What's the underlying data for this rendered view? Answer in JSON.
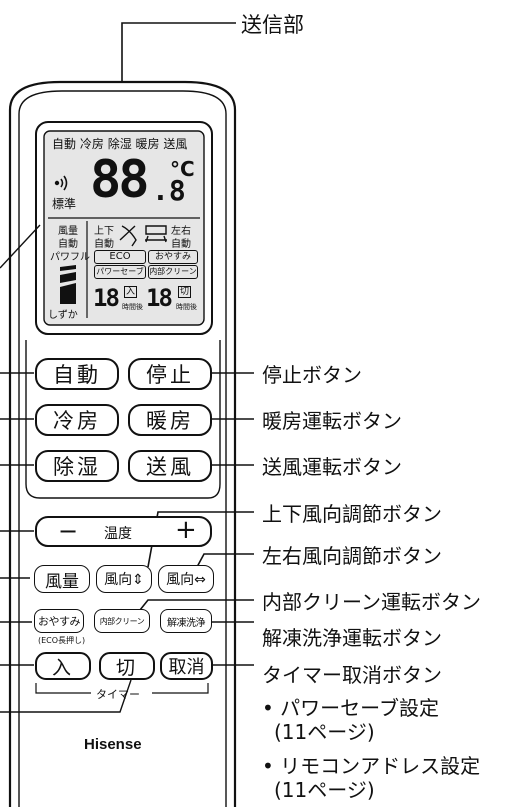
{
  "top_label": "送信部",
  "lcd": {
    "modes": [
      "自動",
      "冷房",
      "除湿",
      "暖房",
      "送風"
    ],
    "temp_display": "88",
    "temp_decimal": ".8",
    "unit": "°C",
    "standard": "標準",
    "fan_label_1": "風量",
    "fan_label_2": "自動",
    "fan_label_3": "パワフル",
    "fan_label_4": "しずか",
    "updown_1": "上下",
    "updown_2": "自動",
    "leftright_1": "左右",
    "leftright_2": "自動",
    "eco": "ECO",
    "oyasumi": "おやすみ",
    "power_save": "パワーセーブ",
    "inner_clean": "内部クリーン",
    "timer_digits_on": "18",
    "timer_on": "入",
    "timer_digits_off": "18",
    "timer_off": "切",
    "hours_later": "時間後"
  },
  "buttons": {
    "auto": "自動",
    "stop": "停止",
    "cool": "冷房",
    "heat": "暖房",
    "dry": "除湿",
    "fan": "送風",
    "minus": "−",
    "temp": "温度",
    "plus": "+",
    "fan_speed": "風量",
    "vertical": "風向⇕",
    "horizontal": "風向⇔",
    "oyasumi": "おやすみ",
    "eco_long": "(ECO長押し)",
    "inner_clean": "内部クリーン",
    "defrost_wash": "解凍洗浄",
    "timer_on": "入",
    "timer_off": "切",
    "cancel": "取消",
    "timer_group": "タイマー"
  },
  "brand": "Hisense",
  "callouts": {
    "stop": "停止ボタン",
    "heat": "暖房運転ボタン",
    "fan": "送風運転ボタン",
    "vertical": "上下風向調節ボタン",
    "horizontal": "左右風向調節ボタン",
    "inner_clean": "内部クリーン運転ボタン",
    "defrost_wash": "解凍洗浄運転ボタン",
    "timer_cancel": "タイマー取消ボタン"
  },
  "notes": [
    {
      "line1": "• パワーセーブ設定",
      "line2": "(11ページ)"
    },
    {
      "line1": "• リモコンアドレス設定",
      "line2": "(11ページ)"
    }
  ]
}
